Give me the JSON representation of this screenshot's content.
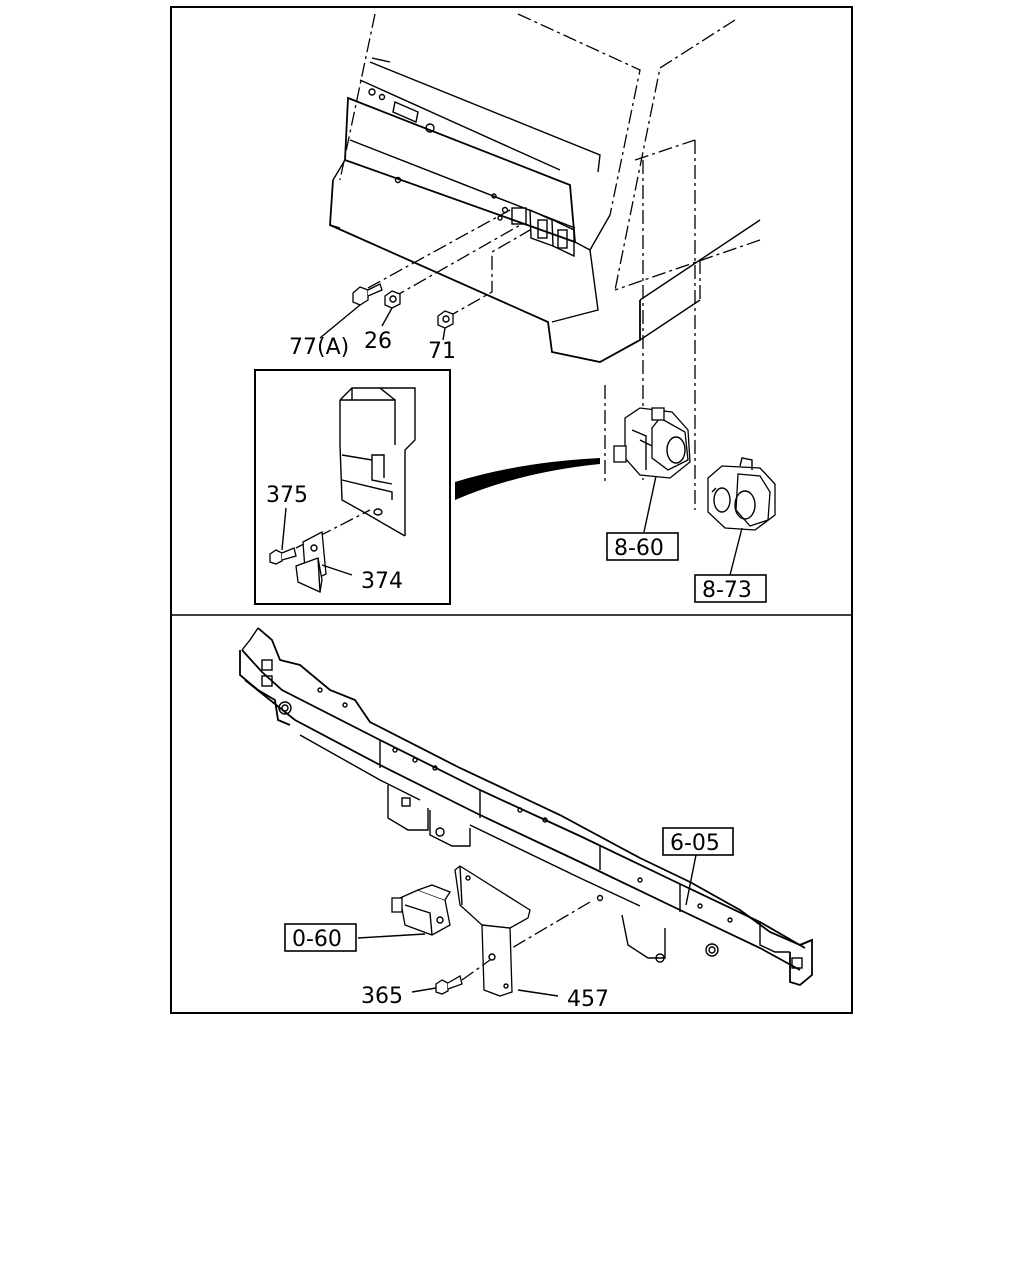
{
  "callouts": {
    "c77a": "77(A)",
    "c26": "26",
    "c71": "71",
    "c375": "375",
    "c374": "374",
    "c860": "8-60",
    "c873": "8-73",
    "c605": "6-05",
    "c060": "0-60",
    "c365": "365",
    "c457": "457"
  }
}
